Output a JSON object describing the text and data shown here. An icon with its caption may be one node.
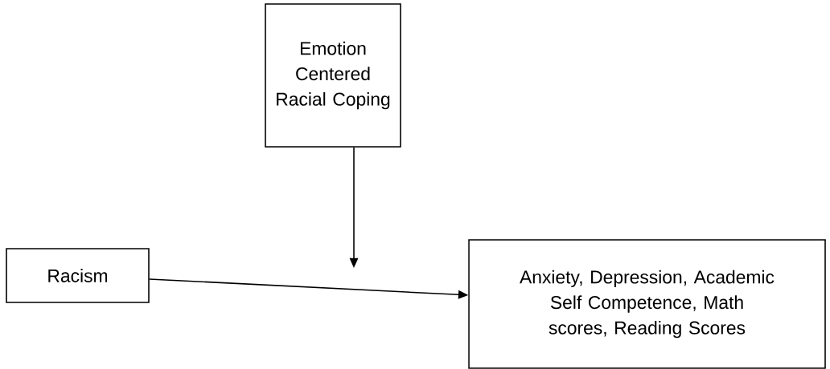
{
  "diagram": {
    "nodes": [
      {
        "text": [
          "Emotion Centered Racial Coping"
        ]
      },
      {
        "text": [
          "Racism"
        ]
      },
      {
        "text": [
          "Anxiety, Depression, Academic Self Competence, Math scores, Reading Scores"
        ]
      }
    ],
    "edges": [
      {
        "from": 0,
        "to": null,
        "arrow": "to"
      },
      {
        "from": 1,
        "to": 2,
        "arrow": "to"
      }
    ]
  }
}
